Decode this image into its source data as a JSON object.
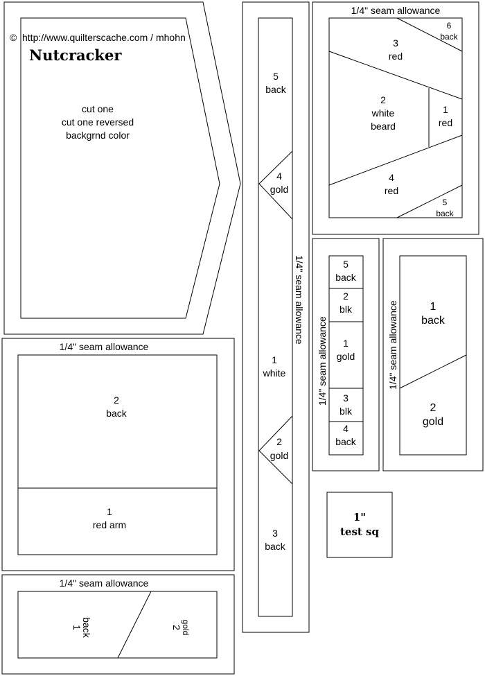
{
  "header": {
    "copyright_symbol": "©",
    "url": "http://www.quilterscache.com / mhohn",
    "title": "Nutcracker"
  },
  "seam_label": "1/4\" seam allowance",
  "back_panel": {
    "line1": "cut one",
    "line2": "cut one reversed",
    "line3": "backgrnd color"
  },
  "long_strip": [
    {
      "num": "5",
      "color": "back"
    },
    {
      "num": "4",
      "color": "gold"
    },
    {
      "num": "1",
      "color": "white"
    },
    {
      "num": "2",
      "color": "gold"
    },
    {
      "num": "3",
      "color": "back"
    }
  ],
  "face_block": [
    {
      "num": "3",
      "color": "red"
    },
    {
      "num": "6",
      "color": "back"
    },
    {
      "num": "2",
      "color": "white",
      "color2": "beard"
    },
    {
      "num": "1",
      "color": "red"
    },
    {
      "num": "4",
      "color": "red"
    },
    {
      "num": "5",
      "color": "back"
    }
  ],
  "arm_block": [
    {
      "num": "2",
      "color": "back"
    },
    {
      "num": "1",
      "color": "red arm"
    }
  ],
  "small_block": [
    {
      "num": "1",
      "color": "back"
    },
    {
      "num": "2",
      "color": "gold"
    }
  ],
  "narrow_strip": [
    {
      "num": "5",
      "color": "back"
    },
    {
      "num": "2",
      "color": "blk"
    },
    {
      "num": "1",
      "color": "gold"
    },
    {
      "num": "3",
      "color": "blk"
    },
    {
      "num": "4",
      "color": "back"
    }
  ],
  "right_strip": [
    {
      "num": "1",
      "color": "back"
    },
    {
      "num": "2",
      "color": "gold"
    }
  ],
  "test_square": {
    "line1": "1\"",
    "line2": "test sq"
  }
}
